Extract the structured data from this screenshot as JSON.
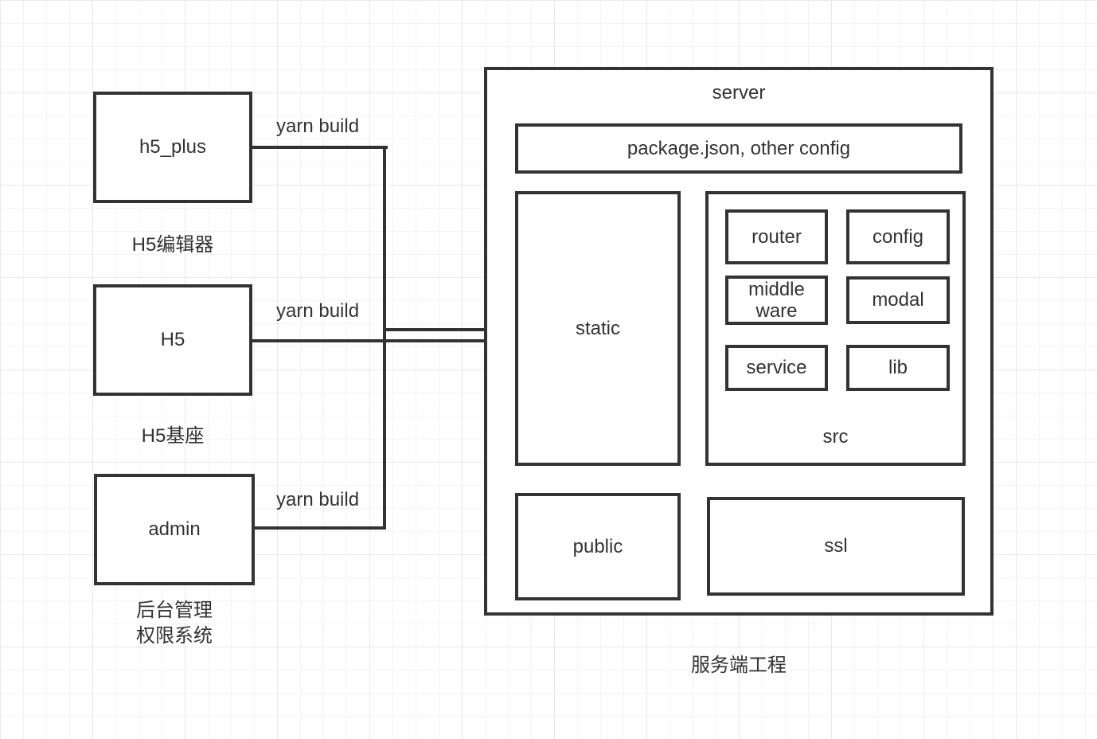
{
  "diagram": {
    "nodes": {
      "h5_plus": {
        "label": "h5_plus",
        "caption": "H5编辑器",
        "edge_label": "yarn build"
      },
      "h5": {
        "label": "H5",
        "caption": "H5基座",
        "edge_label": "yarn build"
      },
      "admin": {
        "label": "admin",
        "caption": "后台管理\n权限系统",
        "edge_label": "yarn build"
      },
      "server": {
        "label": "server",
        "caption": "服务端工程"
      },
      "package_config": {
        "label": "package.json, other config"
      },
      "static": {
        "label": "static"
      },
      "src": {
        "label": "src"
      },
      "router": {
        "label": "router"
      },
      "config": {
        "label": "config"
      },
      "middleware": {
        "label": "middle\nware"
      },
      "modal": {
        "label": "modal"
      },
      "service": {
        "label": "service"
      },
      "lib": {
        "label": "lib"
      },
      "public": {
        "label": "public"
      },
      "ssl": {
        "label": "ssl"
      }
    },
    "colors": {
      "stroke": "#333333",
      "text": "#333333",
      "node_fill": "#ffffff",
      "canvas_background": "#ffffff",
      "grid_minor": "#f3f3f3",
      "grid_major": "#e9e9e9"
    }
  }
}
